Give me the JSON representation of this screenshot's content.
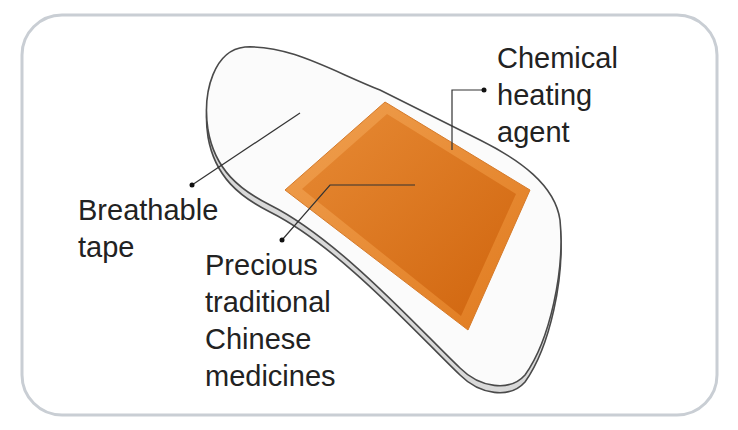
{
  "diagram": {
    "labels": [
      "Chemical heating agent",
      "Breathable tape",
      "Precious traditional Chinese medicines"
    ]
  }
}
